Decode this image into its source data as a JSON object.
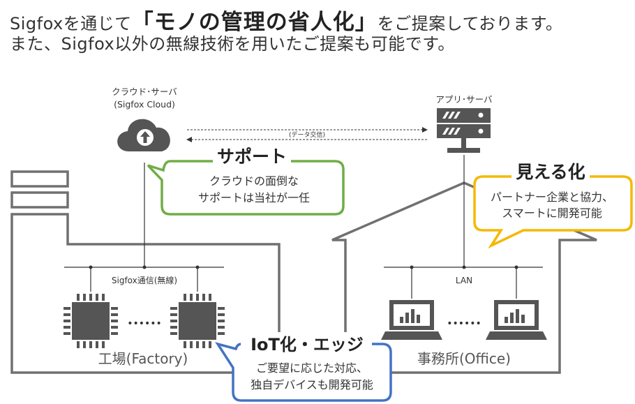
{
  "headline": {
    "line1_prefix": "Sigfoxを通じて",
    "line1_open": "「",
    "line1_emphasis": "モノの管理の省人化",
    "line1_close": "」",
    "line1_suffix": "をご提案しております。",
    "line2": "また、Sigfox以外の無線技術を用いたご提案も可能です。"
  },
  "cloud_server": {
    "label": "クラウド･サーバ",
    "sublabel": "(Sigfox Cloud)",
    "icon": "cloud-upload-icon"
  },
  "app_server": {
    "label": "アプリ･サーバ",
    "icon": "server-rack-icon"
  },
  "data_exchange_label": "(データ交信)",
  "support_callout": {
    "title": "サポート",
    "line1": "クラウドの面倒な",
    "line2": "サポートは当社が一任",
    "color": "#70ad47"
  },
  "visibility_callout": {
    "title": "見える化",
    "line1": "パートナー企業と協力、",
    "line2": "スマートに開発可能",
    "color": "#f5b800"
  },
  "iot_callout": {
    "title": "IoT化・エッジ",
    "line1": "ご要望に応じた対応、",
    "line2": "独自デバイスも開発可能",
    "color": "#4472c4"
  },
  "factory": {
    "network_label": "Sigfox通信(無線)",
    "label": "工場(Factory)",
    "ellipsis": "••••••",
    "device_icon": "chip-icon"
  },
  "office": {
    "network_label": "LAN",
    "label": "事務所(Office)",
    "ellipsis": "••••••",
    "device_icon": "laptop-chart-icon"
  }
}
